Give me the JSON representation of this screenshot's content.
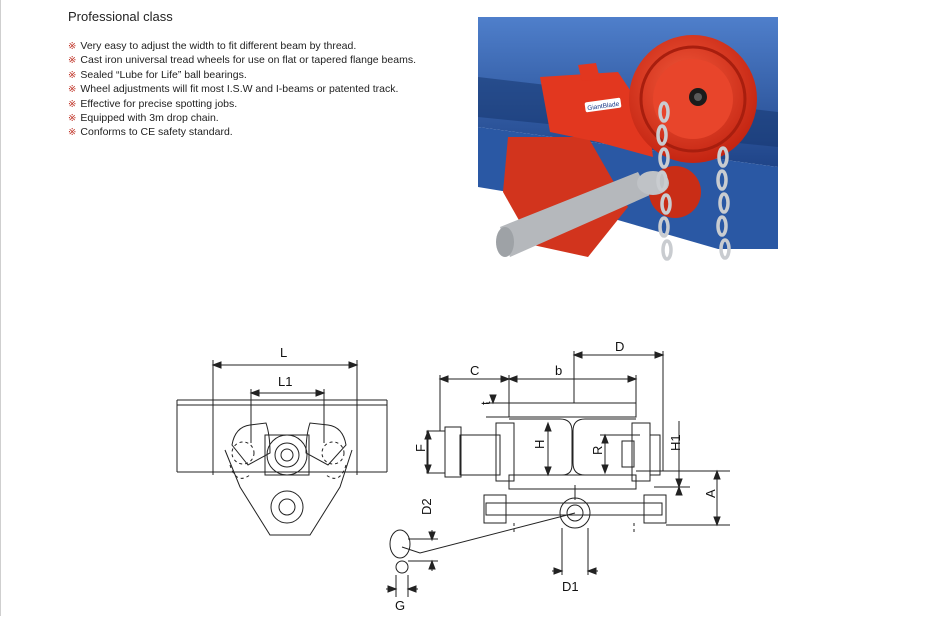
{
  "heading": "Professional class",
  "bullet_glyph": "※",
  "features": [
    "Very easy to adjust the width to fit different beam by thread.",
    "Cast iron universal tread wheels for use on flat or tapered flange beams.",
    "Sealed “Lube for Life” ball bearings.",
    "Wheel adjustments will fit most I.S.W and I-beams or patented track.",
    "Effective for precise spotting jobs.",
    "Equipped with 3m drop chain.",
    "Conforms to CE safety standard."
  ],
  "photo": {
    "brand_label": "GiantBlade",
    "colors": {
      "trolley": "#e2371f",
      "beam": "#2f5da8",
      "chain": "#c9ccd0"
    }
  },
  "dimensions": {
    "L": "L",
    "L1": "L1",
    "C": "C",
    "b": "b",
    "D": "D",
    "t": "t",
    "F": "F",
    "H": "H",
    "R": "R",
    "H1": "H1",
    "A": "A",
    "D2": "D2",
    "D1": "D1",
    "G": "G"
  }
}
